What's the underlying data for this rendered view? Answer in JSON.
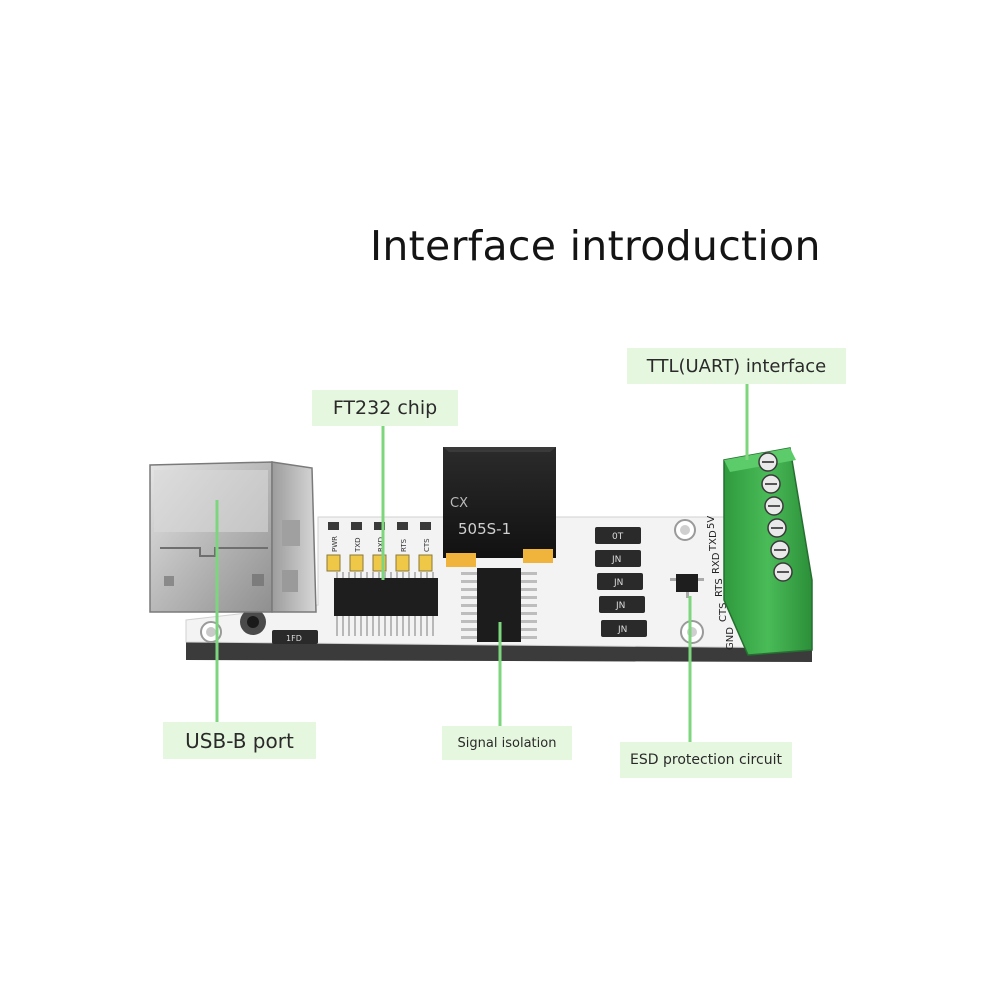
{
  "title": "Interface introduction",
  "callouts": {
    "ft232": "FT232 chip",
    "ttl": "TTL(UART) interface",
    "usb": "USB-B port",
    "signal": "Signal isolation",
    "esd": "ESD protection circuit"
  },
  "board": {
    "led_labels": [
      "PWR",
      "TXD",
      "RXD",
      "RTS",
      "CTS"
    ],
    "pin_labels": [
      "GND",
      "CTS",
      "RTS",
      "RXD",
      "TXD",
      "5V"
    ],
    "module_text": "505S-1",
    "resistor_codes": [
      "0T",
      "JN",
      "JN",
      "JN",
      "JN"
    ],
    "small_part_code": "1FD"
  },
  "colors": {
    "callout_bg": "#e6f7df",
    "leader_line": "#7dd67d",
    "terminal_green": "#3cae4a",
    "pcb_white": "#f4f4f4",
    "chip_black": "#1a1a1a"
  }
}
